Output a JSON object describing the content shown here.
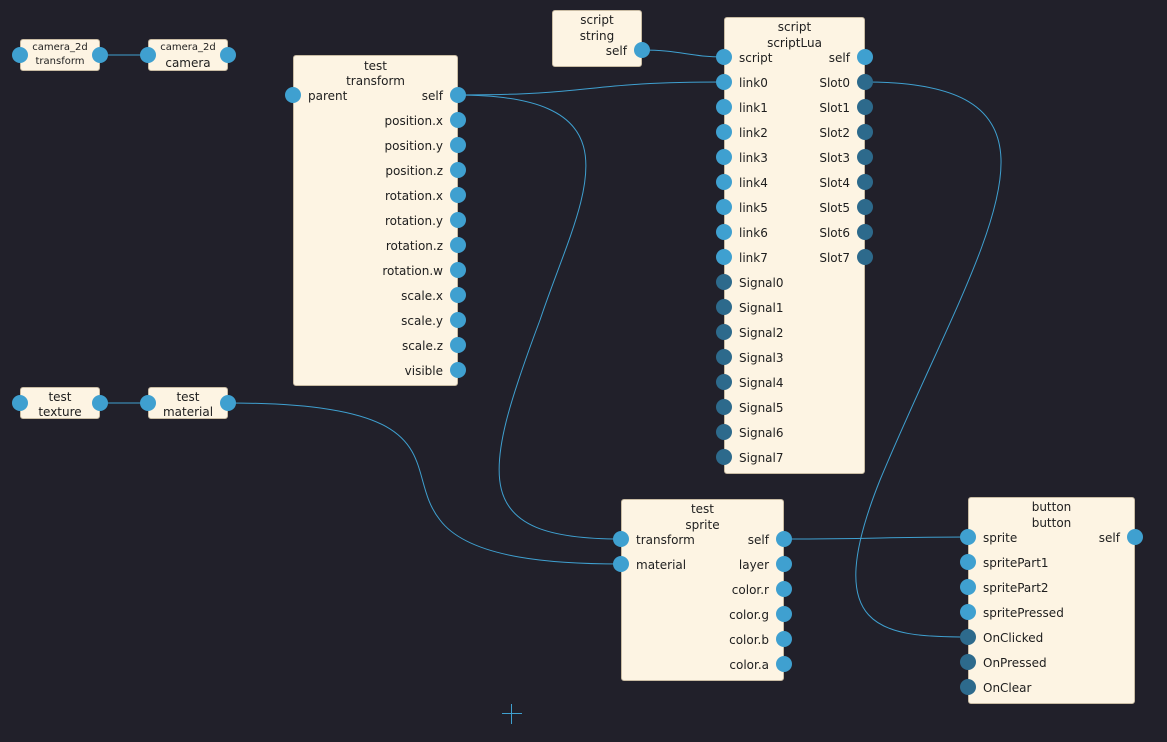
{
  "nodes": {
    "cam_transform": {
      "title1": "camera_2d",
      "title2": "transform"
    },
    "cam_camera": {
      "title1": "camera_2d",
      "title2": "camera"
    },
    "test_texture": {
      "title1": "test",
      "title2": "texture"
    },
    "test_material": {
      "title1": "test",
      "title2": "material"
    },
    "script_string": {
      "title1": "script",
      "title2": "string",
      "ports": {
        "self": "self"
      }
    },
    "test_transform": {
      "title1": "test",
      "title2": "transform",
      "ports": {
        "parent": "parent",
        "self": "self",
        "position_x": "position.x",
        "position_y": "position.y",
        "position_z": "position.z",
        "rotation_x": "rotation.x",
        "rotation_y": "rotation.y",
        "rotation_z": "rotation.z",
        "rotation_w": "rotation.w",
        "scale_x": "scale.x",
        "scale_y": "scale.y",
        "scale_z": "scale.z",
        "visible": "visible"
      }
    },
    "script_lua": {
      "title1": "script",
      "title2": "scriptLua",
      "ports": {
        "script": "script",
        "self": "self",
        "link0": "link0",
        "link1": "link1",
        "link2": "link2",
        "link3": "link3",
        "link4": "link4",
        "link5": "link5",
        "link6": "link6",
        "link7": "link7",
        "slot0": "Slot0",
        "slot1": "Slot1",
        "slot2": "Slot2",
        "slot3": "Slot3",
        "slot4": "Slot4",
        "slot5": "Slot5",
        "slot6": "Slot6",
        "slot7": "Slot7",
        "signal0": "Signal0",
        "signal1": "Signal1",
        "signal2": "Signal2",
        "signal3": "Signal3",
        "signal4": "Signal4",
        "signal5": "Signal5",
        "signal6": "Signal6",
        "signal7": "Signal7"
      }
    },
    "test_sprite": {
      "title1": "test",
      "title2": "sprite",
      "ports": {
        "transform": "transform",
        "material": "material",
        "self": "self",
        "layer": "layer",
        "color_r": "color.r",
        "color_g": "color.g",
        "color_b": "color.b",
        "color_a": "color.a"
      }
    },
    "button": {
      "title1": "button",
      "title2": "button",
      "ports": {
        "sprite": "sprite",
        "self": "self",
        "spritePart1": "spritePart1",
        "spritePart2": "spritePart2",
        "spritePressed": "spritePressed",
        "onClicked": "OnClicked",
        "onPressed": "OnPressed",
        "onClear": "OnClear"
      }
    }
  },
  "colors": {
    "background": "#21202a",
    "node_fill": "#fdf4e3",
    "port": "#3fa0d0",
    "signal_port": "#2d6a8c",
    "wire": "#3fa0d0"
  }
}
